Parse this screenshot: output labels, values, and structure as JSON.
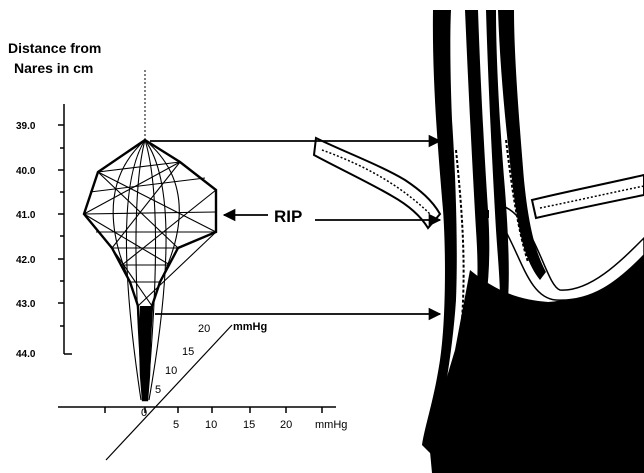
{
  "title_lines": [
    "Distance from",
    "Nares in cm"
  ],
  "y_ticks": [
    "39.0",
    "40.0",
    "41.0",
    "42.0",
    "43.0",
    "44.0"
  ],
  "x_ticks": [
    "0",
    "5",
    "10",
    "15",
    "20"
  ],
  "x_unit": "mmHg",
  "z_ticks": [
    "5",
    "10",
    "15",
    "20"
  ],
  "z_unit": "mmHg",
  "rip_label": "RIP"
}
